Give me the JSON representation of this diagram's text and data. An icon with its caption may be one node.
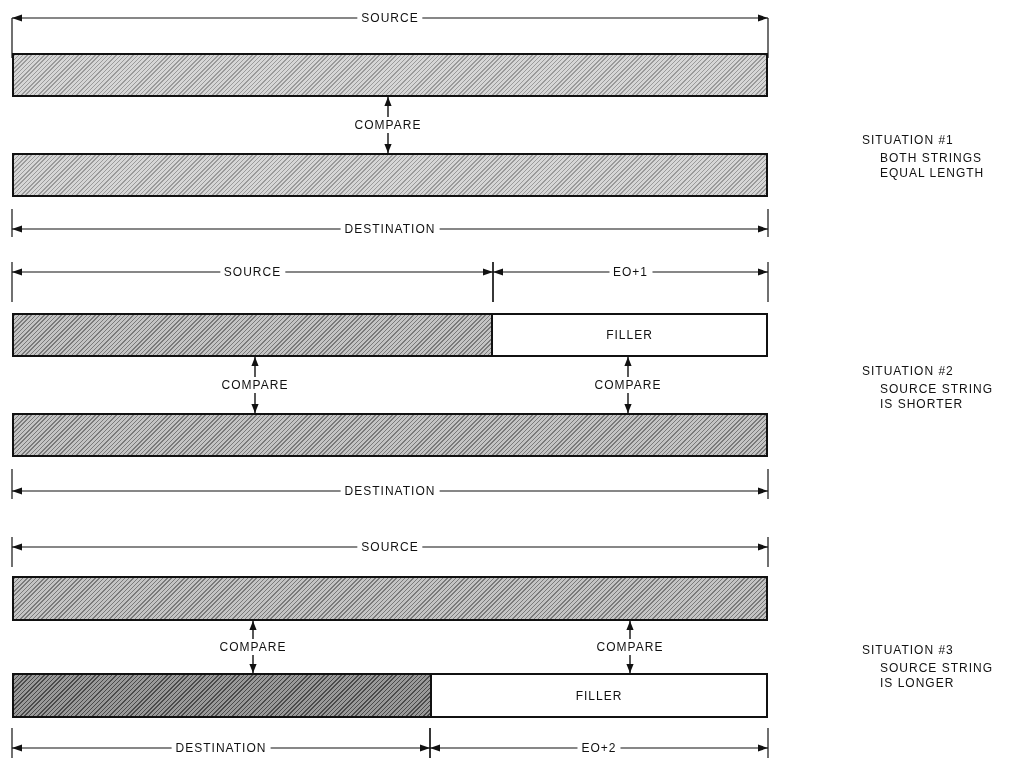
{
  "diagram": {
    "nodes": [
      {
        "text": [],
        "shape": "bar"
      },
      {
        "text": [],
        "shape": "bar"
      },
      {
        "text": [],
        "shape": "bar"
      },
      {
        "text": [
          "FILLER"
        ]
      },
      {
        "text": [],
        "shape": "bar"
      },
      {
        "text": [],
        "shape": "bar"
      },
      {
        "text": [],
        "shape": "bar"
      },
      {
        "text": [
          "FILLER"
        ]
      }
    ],
    "edges": [
      {
        "from": 0,
        "to": 1,
        "arrow": "both",
        "label": "COMPARE"
      },
      {
        "from": 2,
        "to": 4,
        "arrow": "both",
        "label": "COMPARE"
      },
      {
        "from": 3,
        "to": 4,
        "arrow": "both",
        "label": "COMPARE"
      },
      {
        "from": 5,
        "to": 6,
        "arrow": "both",
        "label": "COMPARE"
      },
      {
        "from": 5,
        "to": 7,
        "arrow": "both",
        "label": "COMPARE"
      }
    ],
    "labels": [
      "SOURCE",
      "SITUATION #1",
      "BOTH STRINGS EQUAL LENGTH",
      "DESTINATION",
      "SOURCE",
      "EO+1",
      "SITUATION #2",
      "SOURCE STRING IS SHORTER",
      "DESTINATION",
      "SOURCE",
      "SITUATION #3",
      "SOURCE STRING IS LONGER",
      "DESTINATION",
      "EO+2"
    ]
  }
}
